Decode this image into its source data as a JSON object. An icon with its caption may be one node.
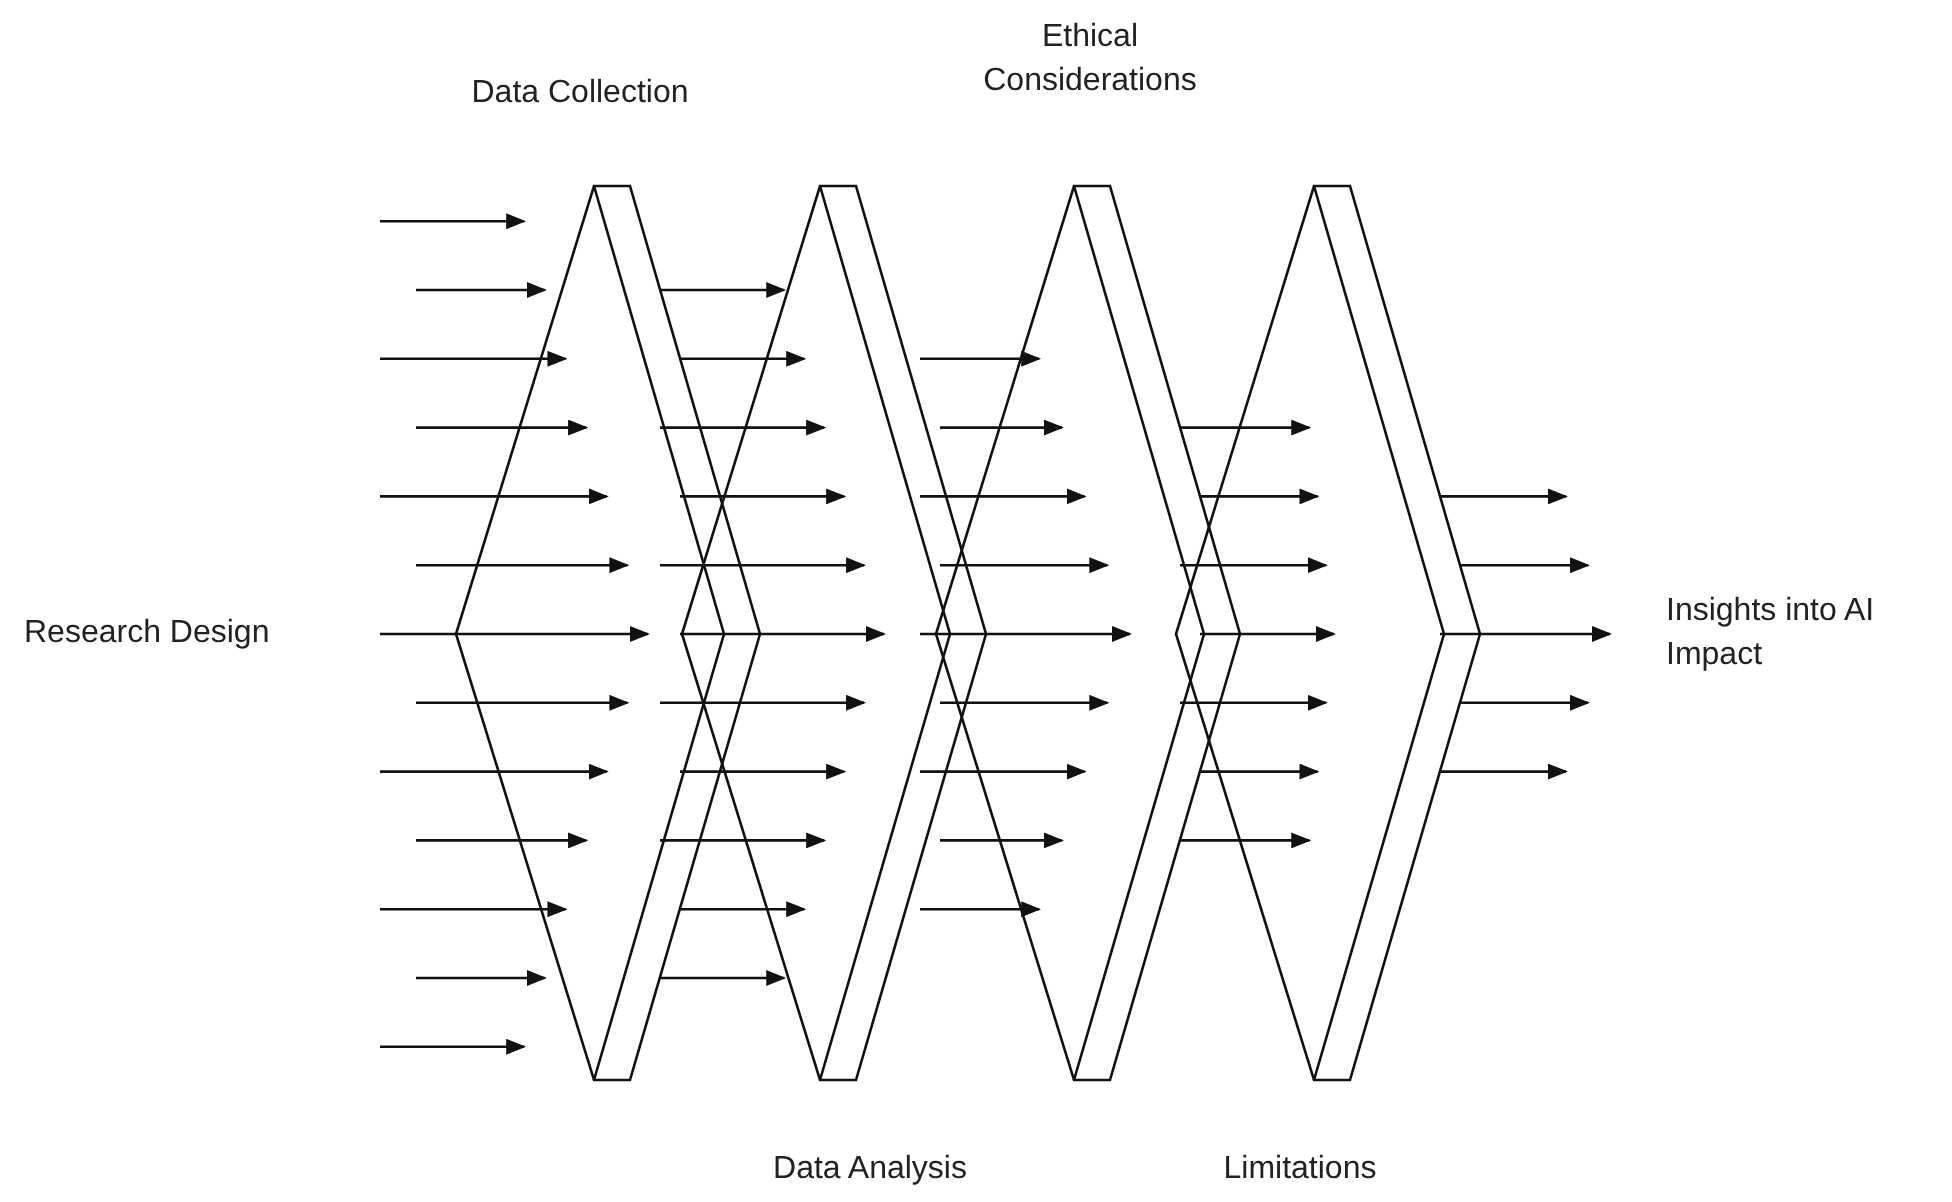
{
  "diagram": {
    "nodes": [
      {
        "text": [
          "Data Collection"
        ]
      },
      {
        "text": [
          "Data Analysis"
        ]
      },
      {
        "text": [
          "Ethical Considerations"
        ]
      },
      {
        "text": [
          "Limitations"
        ]
      }
    ],
    "edges": [
      {
        "from": null,
        "to": 0,
        "arrow": "to"
      },
      {
        "from": null,
        "to": 0,
        "arrow": "to"
      },
      {
        "from": null,
        "to": 0,
        "arrow": "to"
      },
      {
        "from": null,
        "to": 0,
        "arrow": "to"
      },
      {
        "from": null,
        "to": 0,
        "arrow": "to"
      },
      {
        "from": null,
        "to": 0,
        "arrow": "to"
      },
      {
        "from": null,
        "to": 0,
        "arrow": "to"
      },
      {
        "from": null,
        "to": 0,
        "arrow": "to"
      },
      {
        "from": null,
        "to": 0,
        "arrow": "to"
      },
      {
        "from": null,
        "to": 0,
        "arrow": "to"
      },
      {
        "from": null,
        "to": 0,
        "arrow": "to"
      },
      {
        "from": null,
        "to": 0,
        "arrow": "to"
      },
      {
        "from": null,
        "to": 0,
        "arrow": "to"
      },
      {
        "from": 0,
        "to": 1,
        "arrow": "to"
      },
      {
        "from": 0,
        "to": 1,
        "arrow": "to"
      },
      {
        "from": 0,
        "to": 1,
        "arrow": "to"
      },
      {
        "from": 0,
        "to": 1,
        "arrow": "to"
      },
      {
        "from": 0,
        "to": 1,
        "arrow": "to"
      },
      {
        "from": 0,
        "to": 1,
        "arrow": "to"
      },
      {
        "from": 0,
        "to": 1,
        "arrow": "to"
      },
      {
        "from": 0,
        "to": 1,
        "arrow": "to"
      },
      {
        "from": 0,
        "to": 1,
        "arrow": "to"
      },
      {
        "from": 0,
        "to": 1,
        "arrow": "to"
      },
      {
        "from": 0,
        "to": 1,
        "arrow": "to"
      },
      {
        "from": 1,
        "to": 2,
        "arrow": "to"
      },
      {
        "from": 1,
        "to": 2,
        "arrow": "to"
      },
      {
        "from": 1,
        "to": 2,
        "arrow": "to"
      },
      {
        "from": 1,
        "to": 2,
        "arrow": "to"
      },
      {
        "from": 1,
        "to": 2,
        "arrow": "to"
      },
      {
        "from": 1,
        "to": 2,
        "arrow": "to"
      },
      {
        "from": 1,
        "to": 2,
        "arrow": "to"
      },
      {
        "from": 1,
        "to": 2,
        "arrow": "to"
      },
      {
        "from": 1,
        "to": 2,
        "arrow": "to"
      },
      {
        "from": 2,
        "to": 3,
        "arrow": "to"
      },
      {
        "from": 2,
        "to": 3,
        "arrow": "to"
      },
      {
        "from": 2,
        "to": 3,
        "arrow": "to"
      },
      {
        "from": 2,
        "to": 3,
        "arrow": "to"
      },
      {
        "from": 2,
        "to": 3,
        "arrow": "to"
      },
      {
        "from": 2,
        "to": 3,
        "arrow": "to"
      },
      {
        "from": 2,
        "to": 3,
        "arrow": "to"
      },
      {
        "from": 3,
        "to": null,
        "arrow": "to"
      },
      {
        "from": 3,
        "to": null,
        "arrow": "to"
      },
      {
        "from": 3,
        "to": null,
        "arrow": "to"
      },
      {
        "from": 3,
        "to": null,
        "arrow": "to"
      },
      {
        "from": 3,
        "to": null,
        "arrow": "to"
      }
    ],
    "labels": [
      "Research Design",
      "Insights into AI Impact"
    ]
  }
}
